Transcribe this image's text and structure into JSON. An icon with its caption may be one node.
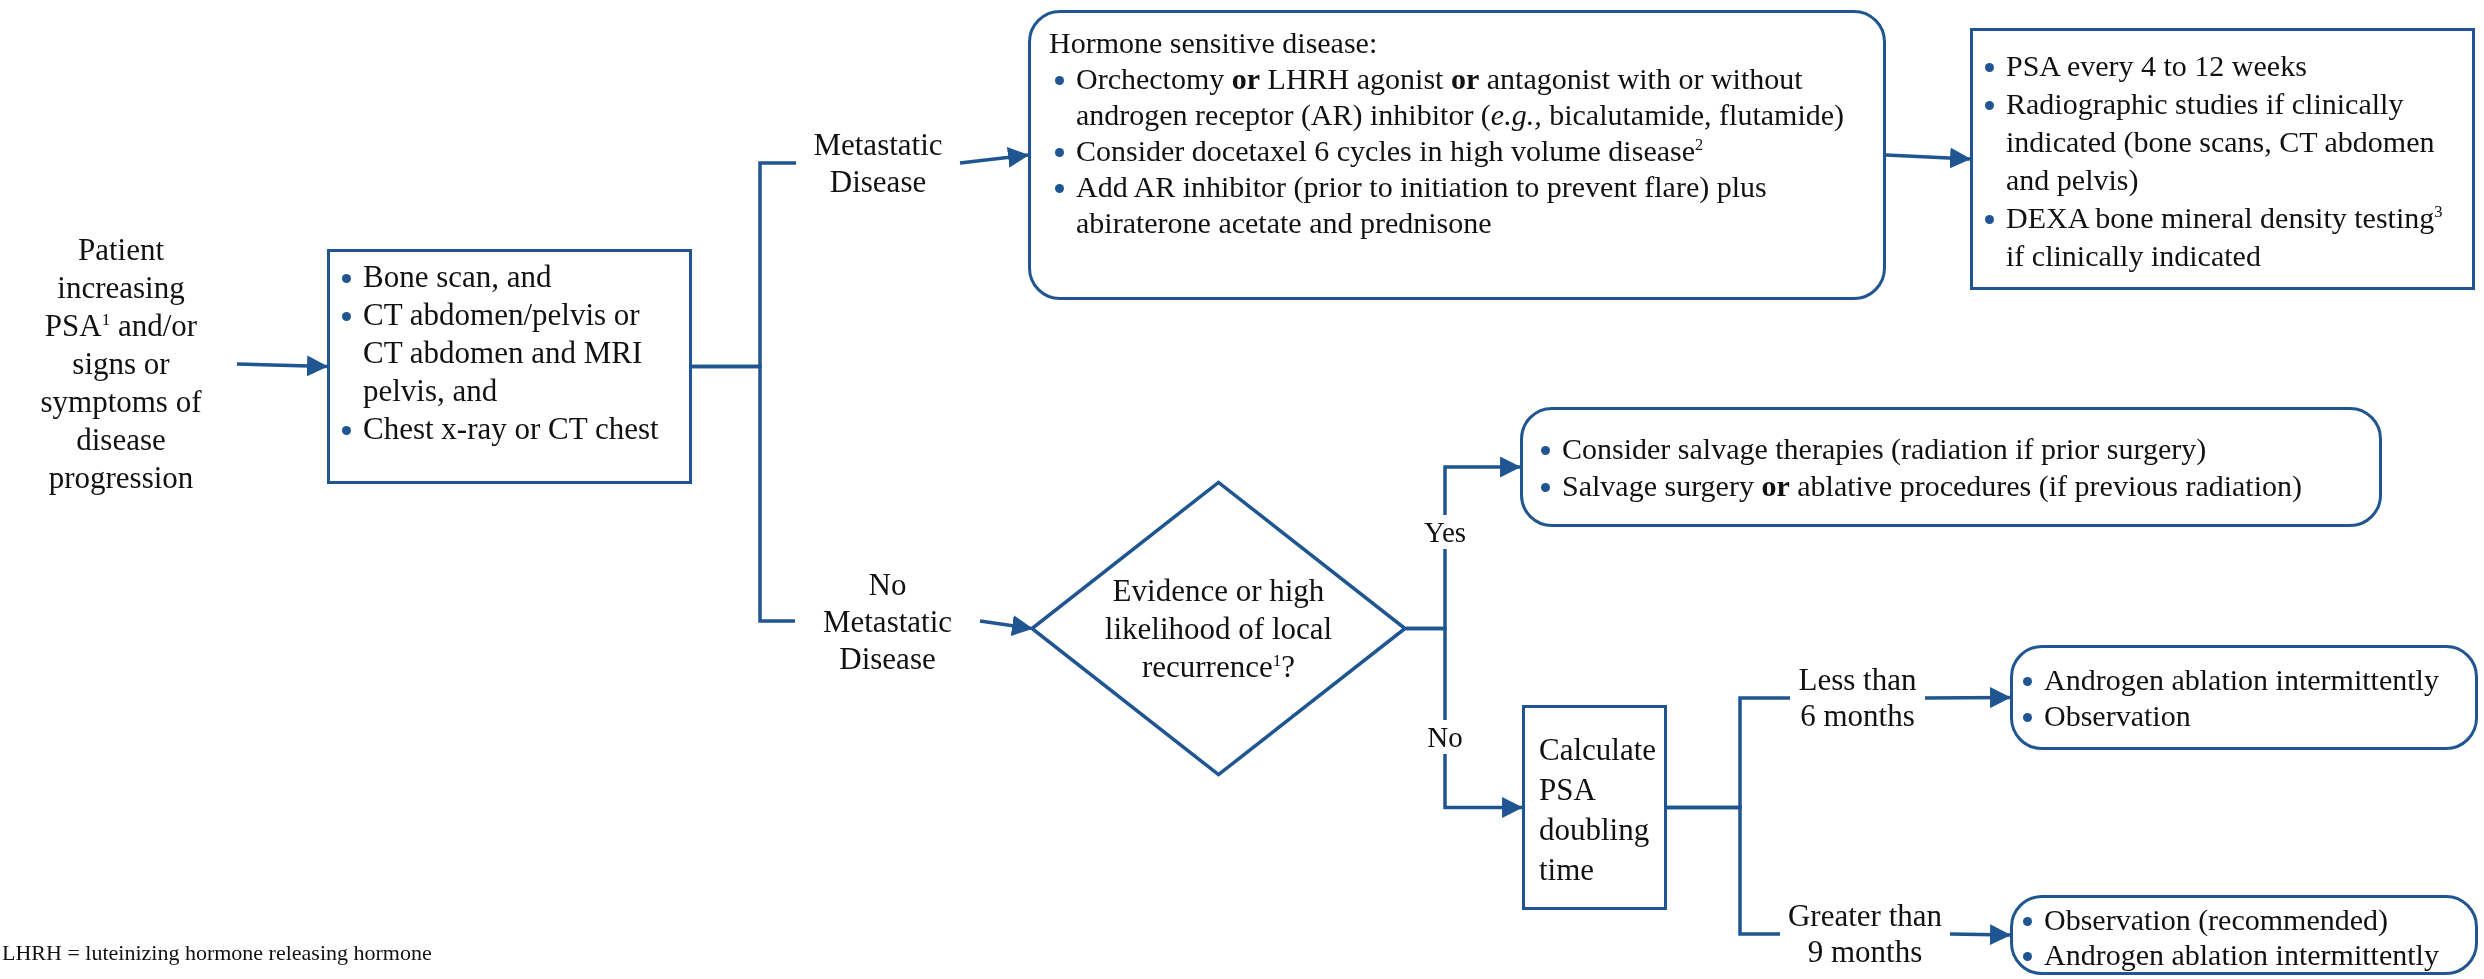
{
  "diagram": {
    "nodes": [
      {
        "text": [
          "Patient increasing PSA$^{1}$ and/or signs or symptoms of disease progression"
        ]
      },
      {
        "text": [
          "Bone scan, and",
          "CT abdomen/pelvis or CT abdomen and MRI pelvis, and",
          "Chest x-ray or CT chest"
        ]
      },
      {
        "text": [
          "Metastatic Disease"
        ]
      },
      {
        "text": [
          "Hormone sensitive disease:",
          "Orchectomy **or** LHRH agonist **or** antagonist with or without androgen receptor (AR) inhibitor (*e.g.,* bicalutamide, flutamide)",
          "Consider docetaxel 6 cycles in high volume disease$^{2}$",
          "Add AR inhibitor (prior to initiation to prevent flare) plus abiraterone acetate and prednisone"
        ]
      },
      {
        "text": [
          "PSA every 4 to 12 weeks",
          "Radiographic studies if clinically indicated (bone scans, CT abdomen and pelvis)",
          "DEXA bone mineral density testing$^{3}$ if clinically indicated"
        ]
      },
      {
        "text": [
          "No Metastatic Disease"
        ]
      },
      {
        "text": [
          "Evidence or high likelihood of local recurrence$^{1}$?"
        ]
      },
      {
        "text": [
          "Consider salvage therapies (radiation if prior surgery)",
          "Salvage surgery **or** ablative procedures (if previous radiation)"
        ]
      },
      {
        "text": [
          "Calculate PSA doubling time"
        ]
      },
      {
        "text": [
          "Less than 6 months"
        ]
      },
      {
        "text": [
          "Androgen ablation intermittently",
          "Observation"
        ]
      },
      {
        "text": [
          "Greater than 9 months"
        ]
      },
      {
        "text": [
          "Observation (recommended)",
          "Androgen ablation intermittently"
        ]
      }
    ],
    "edges": [
      {
        "from": 0,
        "to": 1,
        "arrow": "to"
      },
      {
        "from": 1,
        "to": 2,
        "arrow": "none"
      },
      {
        "from": 1,
        "to": 5,
        "arrow": "none"
      },
      {
        "from": 2,
        "to": 3,
        "arrow": "to"
      },
      {
        "from": 3,
        "to": 4,
        "arrow": "to"
      },
      {
        "from": 5,
        "to": 6,
        "arrow": "to"
      },
      {
        "from": 6,
        "to": 7,
        "arrow": "to",
        "label": "Yes"
      },
      {
        "from": 6,
        "to": 8,
        "arrow": "to",
        "label": "No"
      },
      {
        "from": 8,
        "to": 9,
        "arrow": "none"
      },
      {
        "from": 8,
        "to": 11,
        "arrow": "none"
      },
      {
        "from": 9,
        "to": 10,
        "arrow": "to"
      },
      {
        "from": 11,
        "to": 12,
        "arrow": "to"
      }
    ],
    "labels": [
      "LHRH = luteinizing hormone releasing hormone"
    ]
  }
}
